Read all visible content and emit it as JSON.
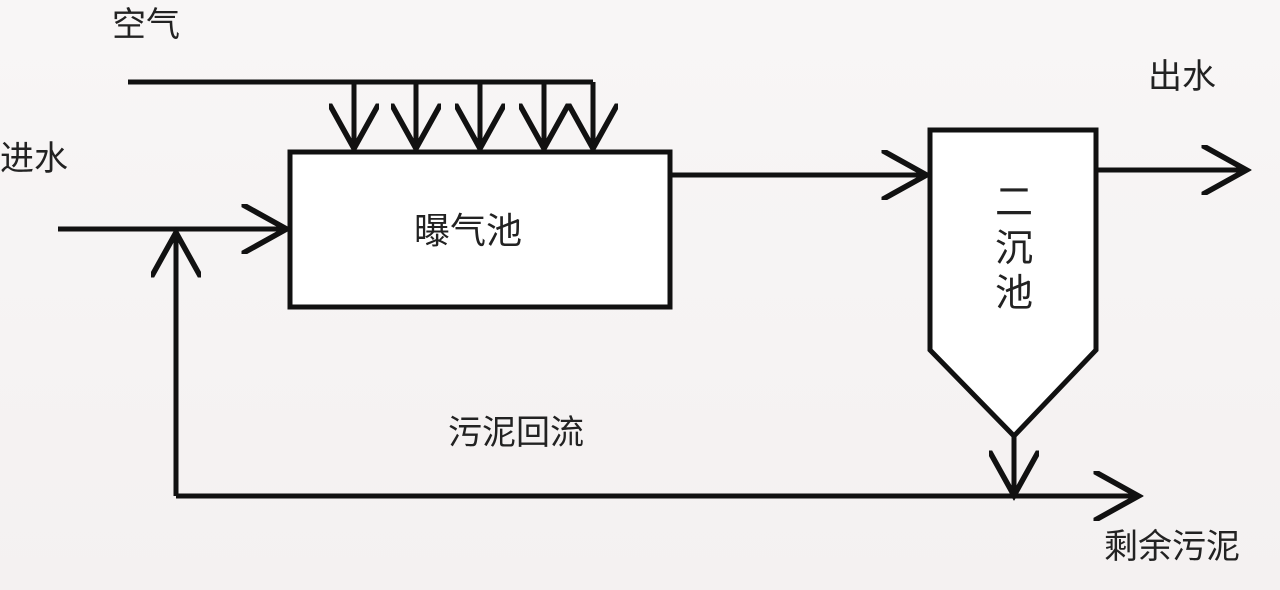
{
  "labels": {
    "air": "空气",
    "influent": "进水",
    "effluent": "出水",
    "aeration_tank": "曝气池",
    "secondary_clarifier": "二\n沉\n池",
    "sludge_return": "污泥回流",
    "excess_sludge": "剩余污泥"
  },
  "colors": {
    "stroke": "#111111",
    "text": "#222222",
    "background": "#f7f4f4"
  }
}
